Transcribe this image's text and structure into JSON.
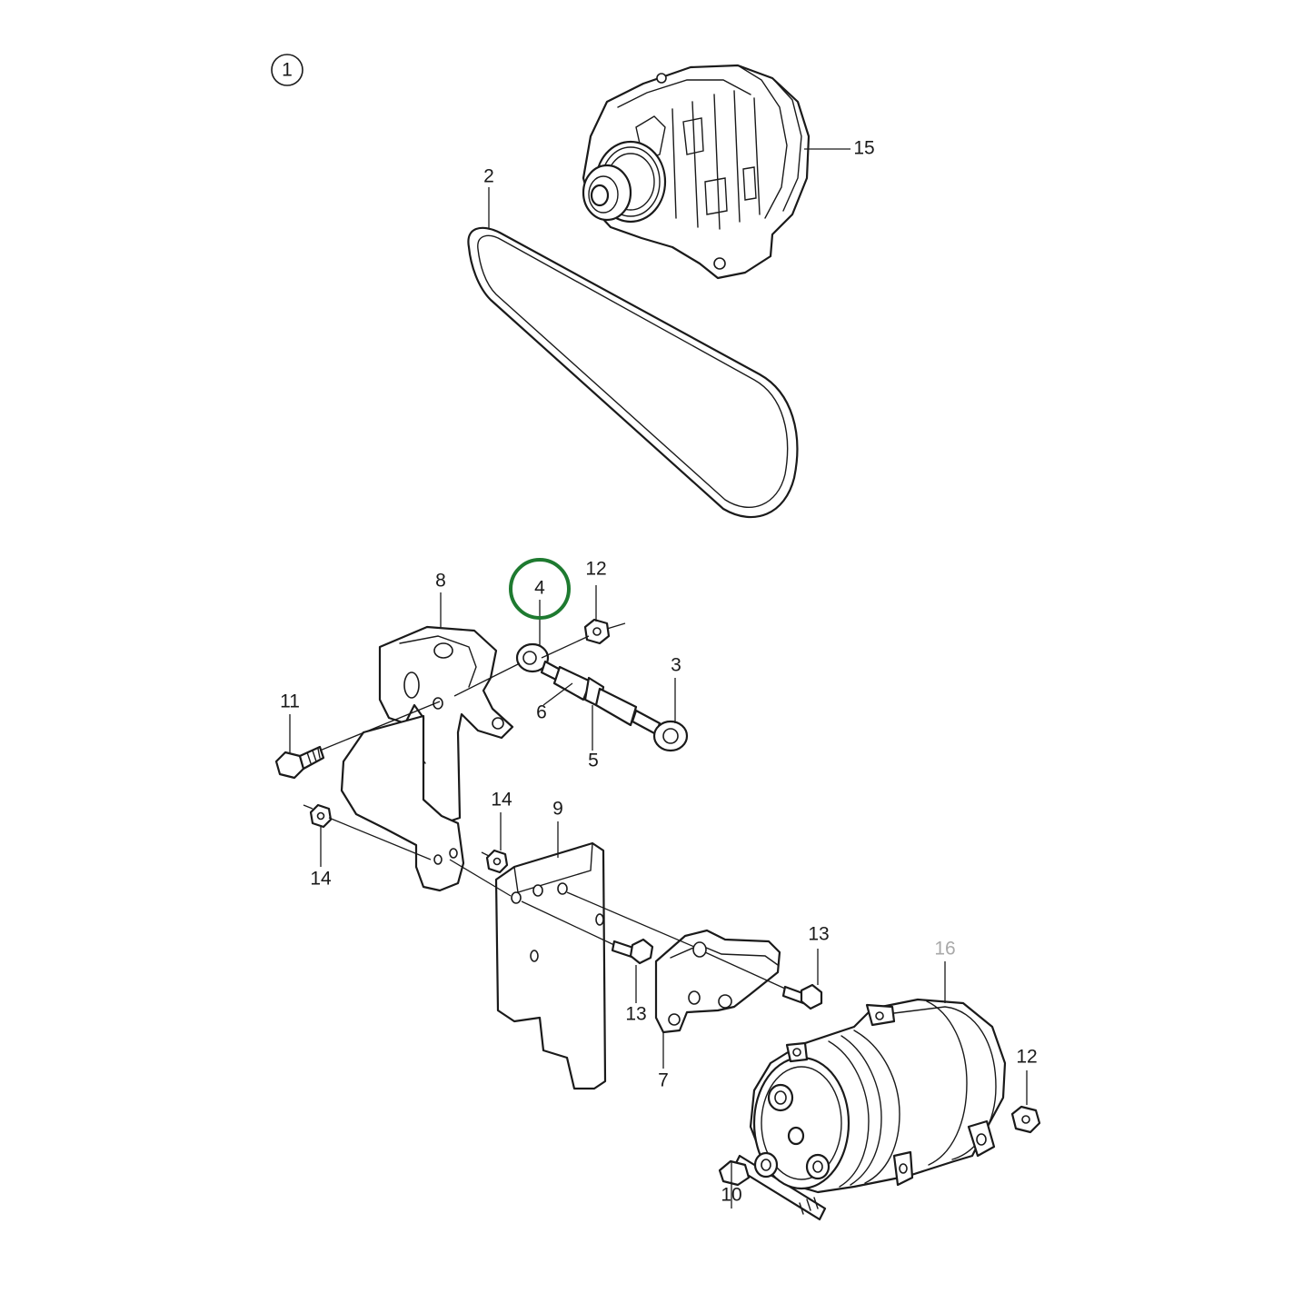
{
  "diagram": {
    "assembly_number": "1",
    "highlight_color": "#1e7a30",
    "callouts": {
      "c2": "2",
      "c3": "3",
      "c4": "4",
      "c5": "5",
      "c6": "6",
      "c7": "7",
      "c8": "8",
      "c9": "9",
      "c10": "10",
      "c11": "11",
      "c12a": "12",
      "c12b": "12",
      "c13a": "13",
      "c13b": "13",
      "c14a": "14",
      "c14b": "14",
      "c15": "15",
      "c16": "16"
    },
    "highlighted_callout": "4",
    "faded_callout": "16"
  }
}
